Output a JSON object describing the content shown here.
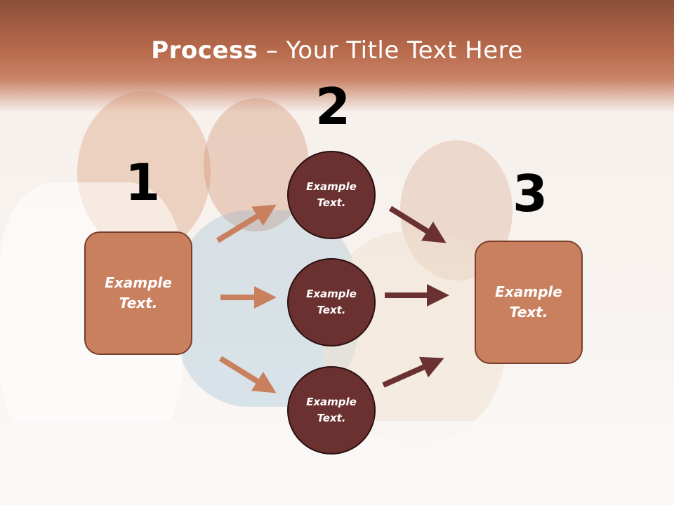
{
  "title": {
    "bold": "Process",
    "rest": " – Your Title Text Here"
  },
  "steps": [
    {
      "number": "1",
      "label_line1": "Example",
      "label_line2": "Text."
    },
    {
      "number": "2"
    },
    {
      "number": "3",
      "label_line1": "Example",
      "label_line2": "Text."
    }
  ],
  "circles": [
    {
      "label_line1": "Example",
      "label_line2": "Text."
    },
    {
      "label_line1": "Example",
      "label_line2": "Text."
    },
    {
      "label_line1": "Example",
      "label_line2": "Text."
    }
  ],
  "colors": {
    "header": "#b86a4c",
    "box_fill": "#c9805f",
    "circle_fill": "#6b3131",
    "arrow_light": "#c9805f",
    "arrow_dark": "#6b3131"
  }
}
